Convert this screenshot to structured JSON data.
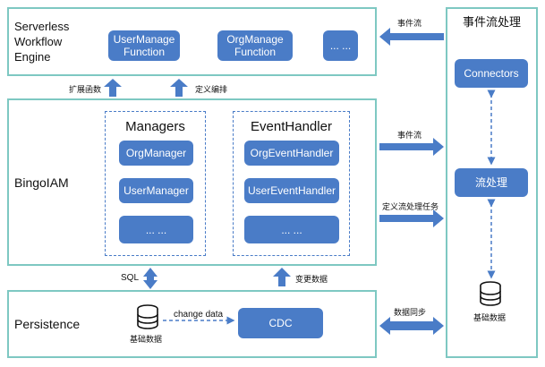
{
  "engine": {
    "title_lines": [
      "Serverless",
      "Workflow",
      "Engine"
    ],
    "user_fn": [
      "UserManage",
      "Function"
    ],
    "org_fn": [
      "OrgManage",
      "Function"
    ],
    "more": "... ..."
  },
  "bingo": {
    "title": "BingoIAM",
    "managers": {
      "title": "Managers",
      "items": [
        "OrgManager",
        "UserManager",
        "... ..."
      ]
    },
    "handler": {
      "title": "EventHandler",
      "items": [
        "OrgEventHandler",
        "UserEventHandler",
        "... ..."
      ]
    }
  },
  "persistence": {
    "title": "Persistence",
    "db_label": "基础数据",
    "change_data": "change data",
    "cdc": "CDC"
  },
  "stream": {
    "title": "事件流处理",
    "connectors": "Connectors",
    "processing": "流处理",
    "db_label": "基础数据"
  },
  "labels": {
    "expand_fn": "扩展函数",
    "define_orch": "定义编排",
    "event_stream_top": "事件流",
    "event_stream_mid": "事件流",
    "define_task": "定义流处理任务",
    "sql": "SQL",
    "change_data_cn": "变更数据",
    "data_sync": "数据同步"
  }
}
